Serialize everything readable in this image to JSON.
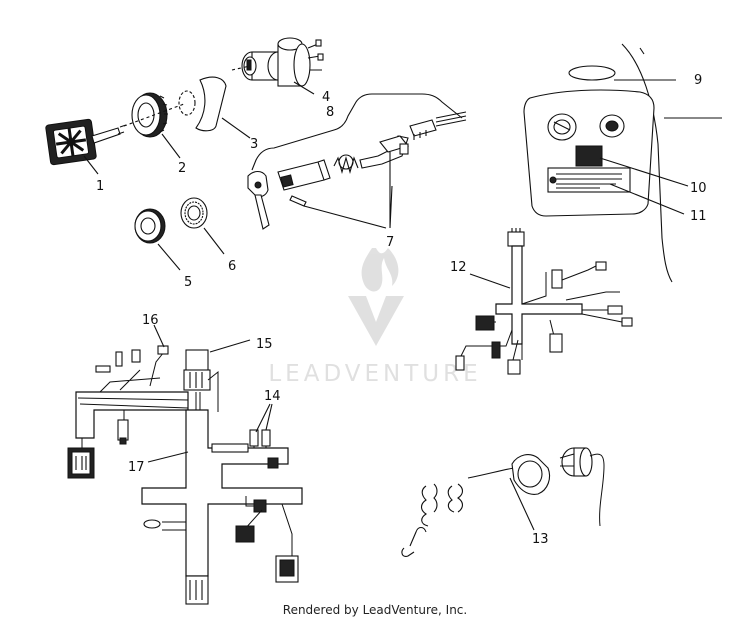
{
  "callouts": [
    "1",
    "2",
    "3",
    "4",
    "5",
    "6",
    "7",
    "8",
    "9",
    "10",
    "11",
    "12",
    "13",
    "14",
    "15",
    "16",
    "17"
  ],
  "watermark": {
    "brand": "LEADVENTURE"
  },
  "footer": {
    "text": "Rendered by LeadVenture, Inc."
  },
  "colors": {
    "line": "#111111",
    "watermark": "#c8c8c8",
    "background": "#ffffff"
  }
}
